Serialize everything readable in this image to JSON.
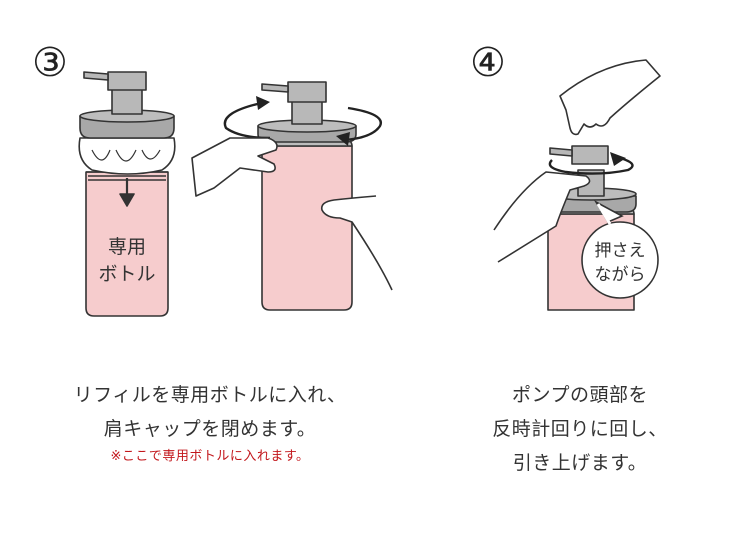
{
  "steps": [
    {
      "number": "③",
      "bottle_label_line1": "専用",
      "bottle_label_line2": "ボトル",
      "caption_line1": "リフィルを専用ボトルに入れ、",
      "caption_line2": "肩キャップを閉めます。",
      "note": "※ここで専用ボトルに入れます。"
    },
    {
      "number": "④",
      "callout_line1": "押さえ",
      "callout_line2": "ながら",
      "caption_line1": "ポンプの頭部を",
      "caption_line2": "反時計回りに回し、",
      "caption_line3": "引き上げます。"
    }
  ],
  "colors": {
    "bottle_pink": "#f6cccd",
    "cap_gray": "#a8a8a8",
    "pump_gray": "#b8b8b8",
    "line": "#333333",
    "note_red": "#c2161b"
  }
}
